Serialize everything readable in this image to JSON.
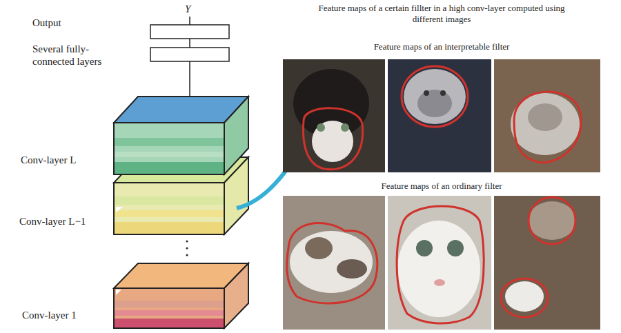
{
  "diagram": {
    "nodes": [
      {
        "text": [
          "Conv-layer L"
        ]
      },
      {
        "text": [
          "Conv-layer L−1"
        ]
      },
      {
        "text": [
          "Conv-layer 1"
        ]
      }
    ],
    "labels": [
      "Output",
      "Y",
      "Several fully-connected layers",
      "Feature maps of a certain fillter in a high conv-layer computed using different images",
      "Feature maps of an interpretable filter",
      "Feature maps of an ordinary filter"
    ]
  }
}
